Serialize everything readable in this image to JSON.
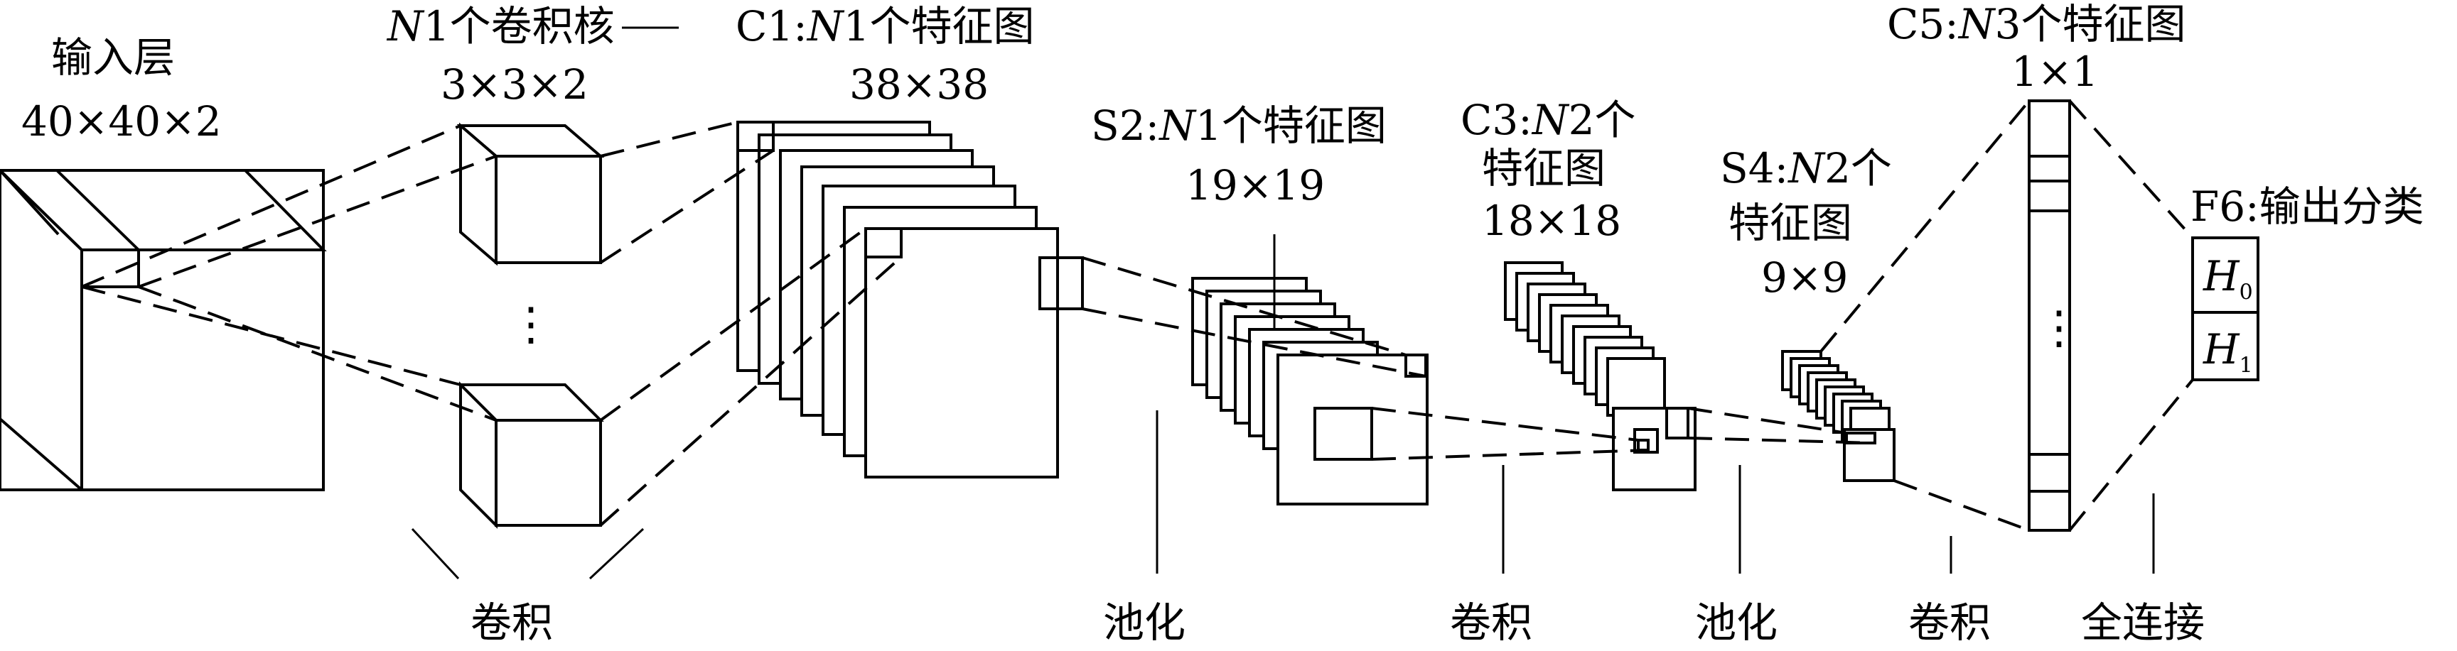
{
  "labels": {
    "input_title": "输入层",
    "input_size": "40×40×2",
    "kernels_var": "N",
    "kernels_title": "1个卷积核",
    "kernels_size": "3×3×2",
    "dash": "—",
    "c1_prefix": "C1:",
    "c1_var": "N",
    "c1_title": "1个特征图",
    "c1_size": "38×38",
    "s2_prefix": "S2:",
    "s2_var": "N",
    "s2_title": "1个特征图",
    "s2_size": "19×19",
    "c3_prefix": "C3:",
    "c3_var": "N",
    "c3_title_a": "2个",
    "c3_title_b": "特征图",
    "c3_size": "18×18",
    "s4_prefix": "S4:",
    "s4_var": "N",
    "s4_title_a": "2个",
    "s4_title_b": "特征图",
    "s4_size": "9×9",
    "c5_prefix": "C5:",
    "c5_var": "N",
    "c5_title": "3个特征图",
    "c5_size": "1×1",
    "f6_title": "F6:输出分类",
    "ellipsis": "⋮",
    "h0_var": "H",
    "h0_sub": "0",
    "h1_var": "H",
    "h1_sub": "1"
  },
  "operations": [
    "卷积",
    "池化",
    "卷积",
    "池化",
    "卷积",
    "全连接"
  ]
}
